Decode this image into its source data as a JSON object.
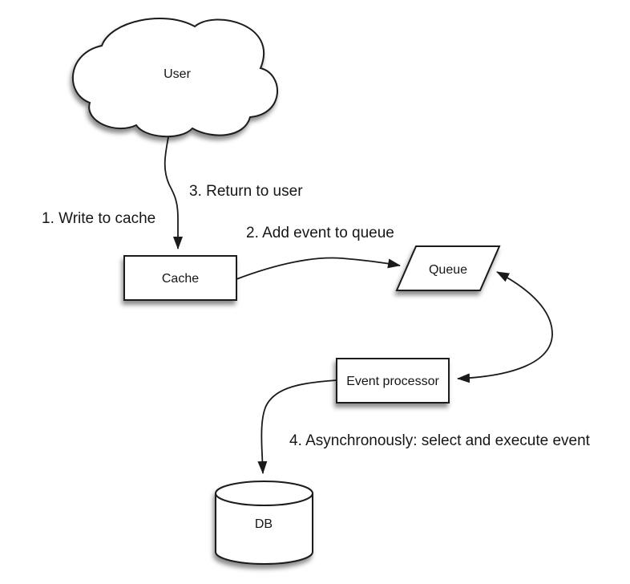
{
  "colors": {
    "background": "#ffffff",
    "stroke": "#1a1a1a",
    "shape_fill": "#ffffff",
    "text": "#161616",
    "shadow": "rgba(0,0,0,0.45)"
  },
  "nodes": {
    "user": {
      "label": "User",
      "shape": "cloud"
    },
    "cache": {
      "label": "Cache",
      "shape": "rectangle"
    },
    "queue": {
      "label": "Queue",
      "shape": "parallelogram"
    },
    "event_processor": {
      "label": "Event processor",
      "shape": "rectangle"
    },
    "db": {
      "label": "DB",
      "shape": "cylinder"
    }
  },
  "edges": [
    {
      "from": "user",
      "to": "cache",
      "bidirectional": false,
      "labels": [
        "1. Write to cache",
        "3. Return to user"
      ]
    },
    {
      "from": "cache",
      "to": "queue",
      "bidirectional": false,
      "labels": [
        "2. Add event to queue"
      ]
    },
    {
      "from": "event_processor",
      "to": "queue",
      "bidirectional": true,
      "labels": []
    },
    {
      "from": "event_processor",
      "to": "db",
      "bidirectional": false,
      "labels": [
        "4. Asynchronously: select and execute event"
      ]
    }
  ]
}
